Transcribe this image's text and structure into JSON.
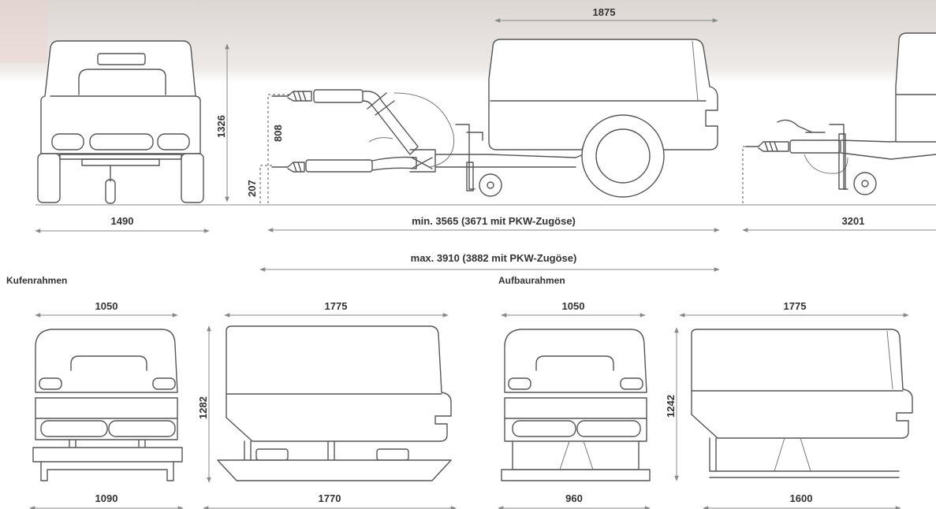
{
  "palette": {
    "line": "#555555",
    "text": "#333333",
    "background": "#ffffff",
    "top_band": "#e4e0de"
  },
  "labels": {
    "section_skid": "Kufenrahmen",
    "section_body": "Aufbaurahmen"
  },
  "dimensions": {
    "vehicle_width": "1490",
    "vehicle_height": "1326",
    "drawbar_high": "808",
    "drawbar_low": "207",
    "body_length_top": "1875",
    "length_min": "min. 3565 (3671 mit PKW-Zugöse)",
    "length_max": "max. 3910 (3882 mit PKW-Zugöse)",
    "length_right": "3201",
    "skid_front_top": "1050",
    "skid_front_bottom": "1090",
    "skid_side_top": "1775",
    "skid_side_bottom": "1770",
    "skid_height": "1282",
    "body_front_top": "1050",
    "body_front_bottom": "960",
    "body_side_top": "1775",
    "body_side_bottom": "1600",
    "body_height": "1242"
  }
}
